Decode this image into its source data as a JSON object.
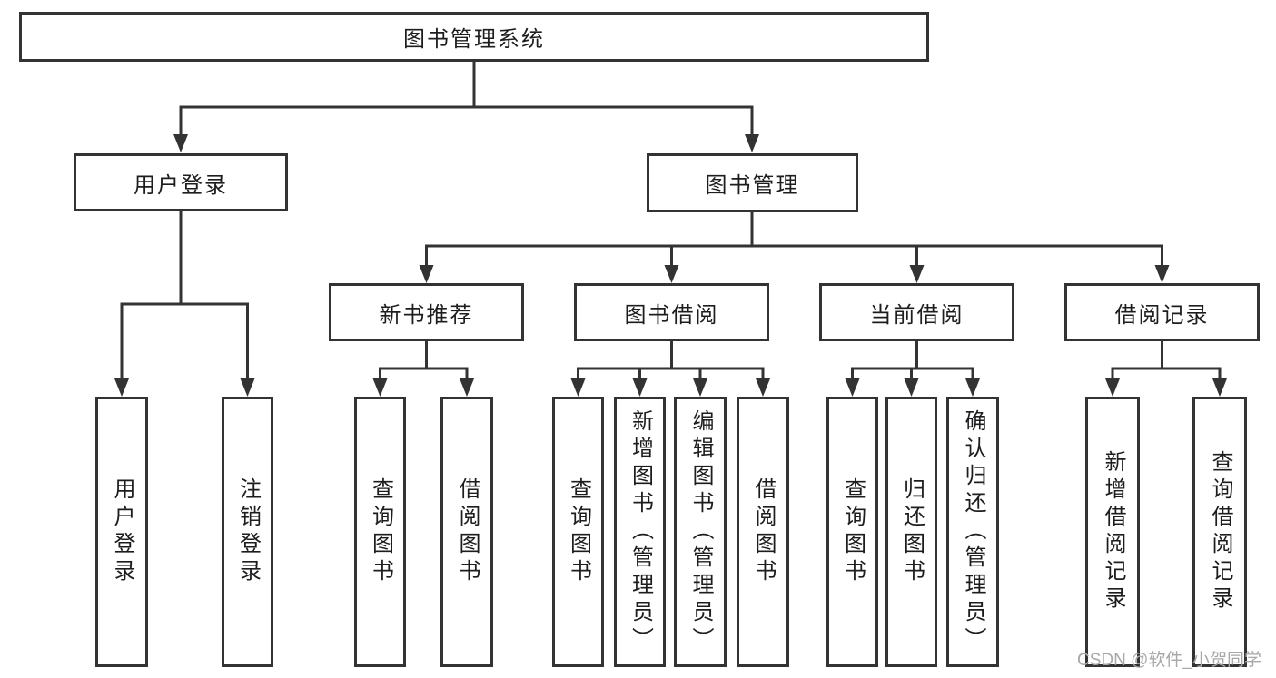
{
  "diagram": {
    "watermark": "CSDN @软件_小贺同学",
    "colors": {
      "line": "#333333",
      "box_border": "#333333",
      "text": "#1d1d1f",
      "watermark": "#a8a8a8",
      "background": "#ffffff"
    },
    "nodes": {
      "root": {
        "label": "图书管理系统"
      },
      "user_login": {
        "label": "用户登录"
      },
      "book_mgmt": {
        "label": "图书管理"
      },
      "new_book_rec": {
        "label": "新书推荐"
      },
      "book_borrow": {
        "label": "图书借阅"
      },
      "current_borrow": {
        "label": "当前借阅"
      },
      "borrow_records": {
        "label": "借阅记录"
      },
      "leaf_user_login": {
        "label": "用户登录"
      },
      "leaf_logout": {
        "label": "注销登录"
      },
      "leaf_query_book_rec": {
        "label": "查询图书"
      },
      "leaf_borrow_book_rec": {
        "label": "借阅图书"
      },
      "leaf_query_book_borrow": {
        "label": "查询图书"
      },
      "leaf_add_book": {
        "label": "新增图书（管理员）"
      },
      "leaf_edit_book": {
        "label": "编辑图书（管理员）"
      },
      "leaf_borrow_book": {
        "label": "借阅图书"
      },
      "leaf_query_book_current": {
        "label": "查询图书"
      },
      "leaf_return_book": {
        "label": "归还图书"
      },
      "leaf_confirm_return": {
        "label": "确认归还（管理员）"
      },
      "leaf_add_record": {
        "label": "新增借阅记录"
      },
      "leaf_query_record": {
        "label": "查询借阅记录"
      }
    },
    "hierarchy": {
      "图书管理系统": {
        "用户登录": [
          "用户登录",
          "注销登录"
        ],
        "图书管理": {
          "新书推荐": [
            "查询图书",
            "借阅图书"
          ],
          "图书借阅": [
            "查询图书",
            "新增图书（管理员）",
            "编辑图书（管理员）",
            "借阅图书"
          ],
          "当前借阅": [
            "查询图书",
            "归还图书",
            "确认归还（管理员）"
          ],
          "借阅记录": [
            "新增借阅记录",
            "查询借阅记录"
          ]
        }
      }
    }
  }
}
